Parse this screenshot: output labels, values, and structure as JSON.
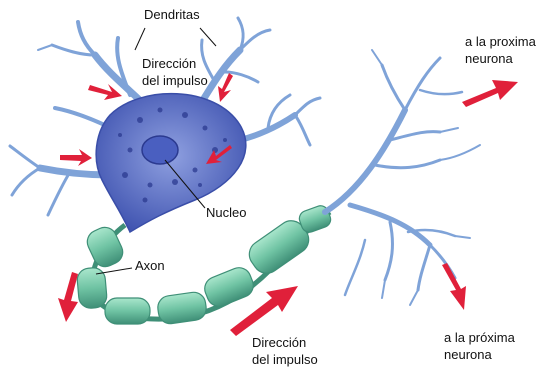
{
  "labels": {
    "dendrites": "Dendritas",
    "impulse_direction_top_line1": "Dirección",
    "impulse_direction_top_line2": "del impulso",
    "next_neuron_top_line1": "a la proxima",
    "next_neuron_top_line2": "neurona",
    "nucleus": "Nucleo",
    "axon": "Axon",
    "impulse_direction_bottom_line1": "Dirección",
    "impulse_direction_bottom_line2": "del impulso",
    "next_neuron_bottom_line1": "a la próxima",
    "next_neuron_bottom_line2": "neurona"
  },
  "colors": {
    "cell_body": "#6a7fd0",
    "cell_body_dark": "#3a4ea8",
    "dendrite": "#7fa3d8",
    "myelin": "#6fc3a3",
    "myelin_dark": "#3f8f77",
    "arrow": "#e0203a",
    "text": "#111111"
  }
}
